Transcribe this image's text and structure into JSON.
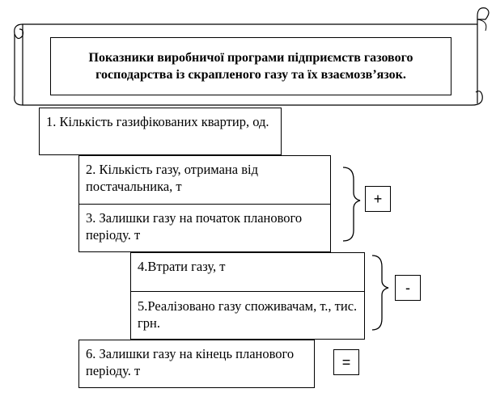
{
  "title": "Показники виробничої програми підприємств газового господарства із скрапленого газу та їх взаємозв’язок.",
  "items": [
    {
      "label": "1. Кількість газифікованих квартир, од."
    },
    {
      "label": "2. Кількість газу, отримана від постачальника, т"
    },
    {
      "label": "3. Залишки газу на початок планового періоду. т"
    },
    {
      "label": "4.Втрати газу, т"
    },
    {
      "label": "5.Реалізовано газу споживачам, т., тис. грн."
    },
    {
      "label": "6. Залишки газу на кінець планового періоду. т"
    }
  ],
  "operators": {
    "plus": "+",
    "minus": "-",
    "equals": "="
  }
}
